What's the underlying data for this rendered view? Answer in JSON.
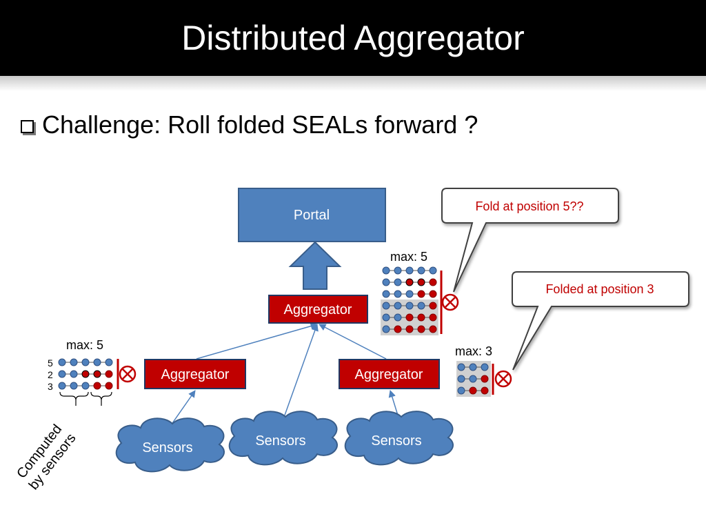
{
  "slide": {
    "title": "Distributed Aggregator",
    "bullet": "Challenge: Roll folded SEALs forward ?"
  },
  "nodes": {
    "portal": "Portal",
    "aggregator": "Aggregator",
    "sensors": "Sensors"
  },
  "callouts": {
    "fold_question": "Fold at position 5??",
    "folded": "Folded at position 3"
  },
  "seal_left": {
    "max_label": "max: 5",
    "row_labels": [
      "5",
      "2",
      "3"
    ],
    "computed_label_line1": "Computed",
    "computed_label_line2": "by sensors"
  },
  "seal_top": {
    "max_label": "max: 5"
  },
  "seal_right": {
    "max_label": "max: 3"
  },
  "colors": {
    "aggregator_fill": "#c00000",
    "portal_fill": "#4f81bd",
    "sensor_fill": "#4f81bd",
    "blue_bead": "#4f81bd",
    "red_bead": "#c00000",
    "callout_text": "#c00000"
  }
}
